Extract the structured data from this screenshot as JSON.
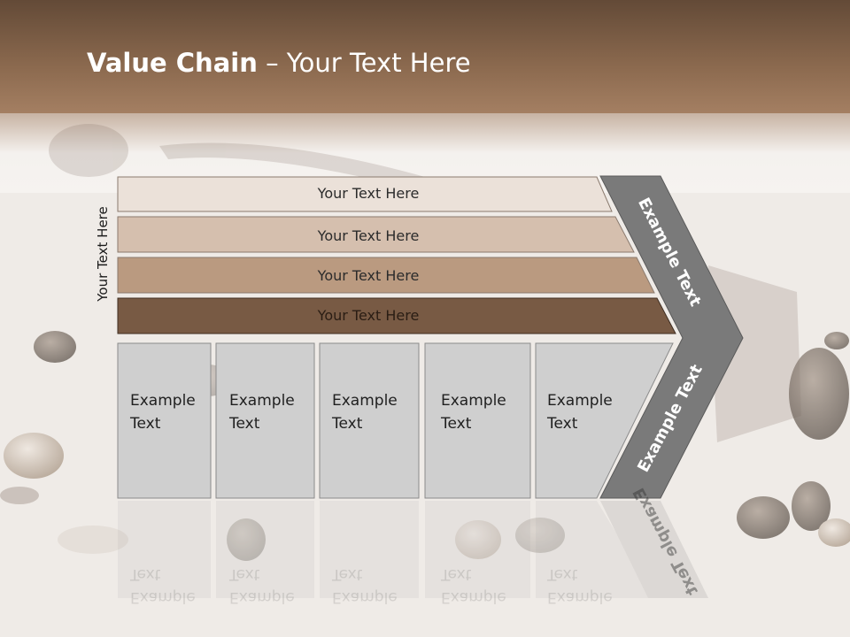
{
  "slide": {
    "title_bold": "Value Chain",
    "title_rest": " – Your Text Here",
    "side_label": "Your Text Here"
  },
  "bars": [
    {
      "label": "Your Text Here",
      "fill": "#ebe1d9"
    },
    {
      "label": "Your Text Here",
      "fill": "#d5bfae"
    },
    {
      "label": "Your Text Here",
      "fill": "#ba9a80"
    },
    {
      "label": "Your Text Here",
      "fill": "#785a44"
    }
  ],
  "boxes": [
    {
      "label": "Example\nText"
    },
    {
      "label": "Example\nText"
    },
    {
      "label": "Example\nText"
    },
    {
      "label": "Example\nText"
    },
    {
      "label": "Example\nText"
    }
  ],
  "chevron": {
    "upper_label": "Example Text",
    "lower_label": "Example Text",
    "fill": "#7a7a7a"
  },
  "colors": {
    "header_brown": "#6b4f3a",
    "box_fill": "#cfcfcf",
    "sand": "#f2eeea"
  }
}
